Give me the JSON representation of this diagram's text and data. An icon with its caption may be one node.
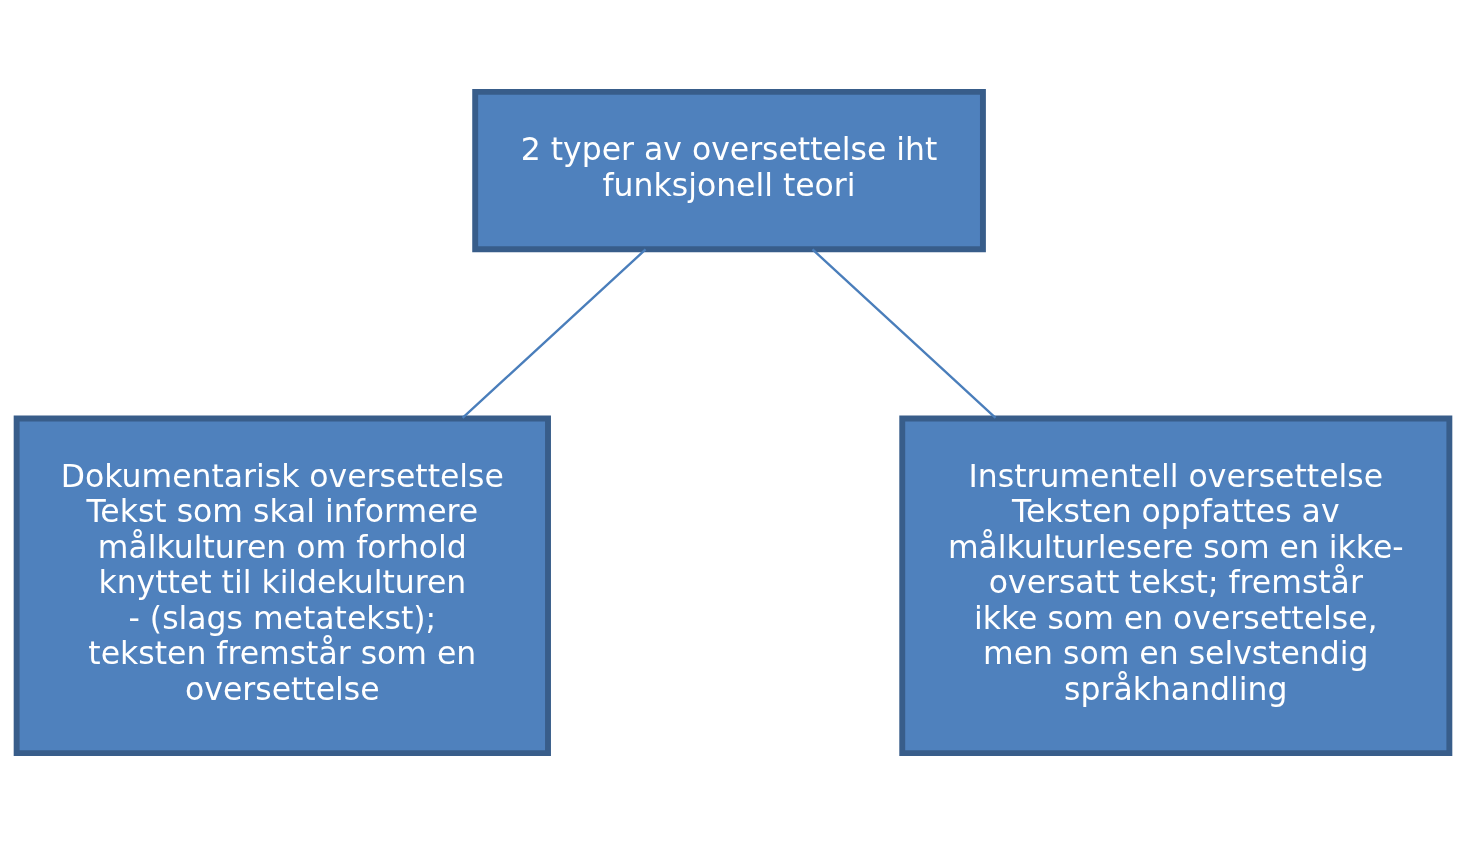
{
  "diagram": {
    "nodes": [
      {
        "text": [
          "2 typer av oversettelse iht funksjonell teori"
        ]
      },
      {
        "text": [
          "Dokumentarisk oversettelse",
          "Tekst som skal informere målkulturen om forhold knyttet til kildekulturen - (slags metatekst); teksten fremstår som en oversettelse"
        ]
      },
      {
        "text": [
          "Instrumentell oversettelse",
          "Teksten oppfattes av målkulturlesere som en ikke-oversatt tekst; fremstår ikke som en oversettelse, men som en selvstendig språkhandling"
        ]
      }
    ],
    "edges": [
      {
        "from": 0,
        "to": 1,
        "arrow": "none"
      },
      {
        "from": 0,
        "to": 2,
        "arrow": "none"
      }
    ]
  }
}
